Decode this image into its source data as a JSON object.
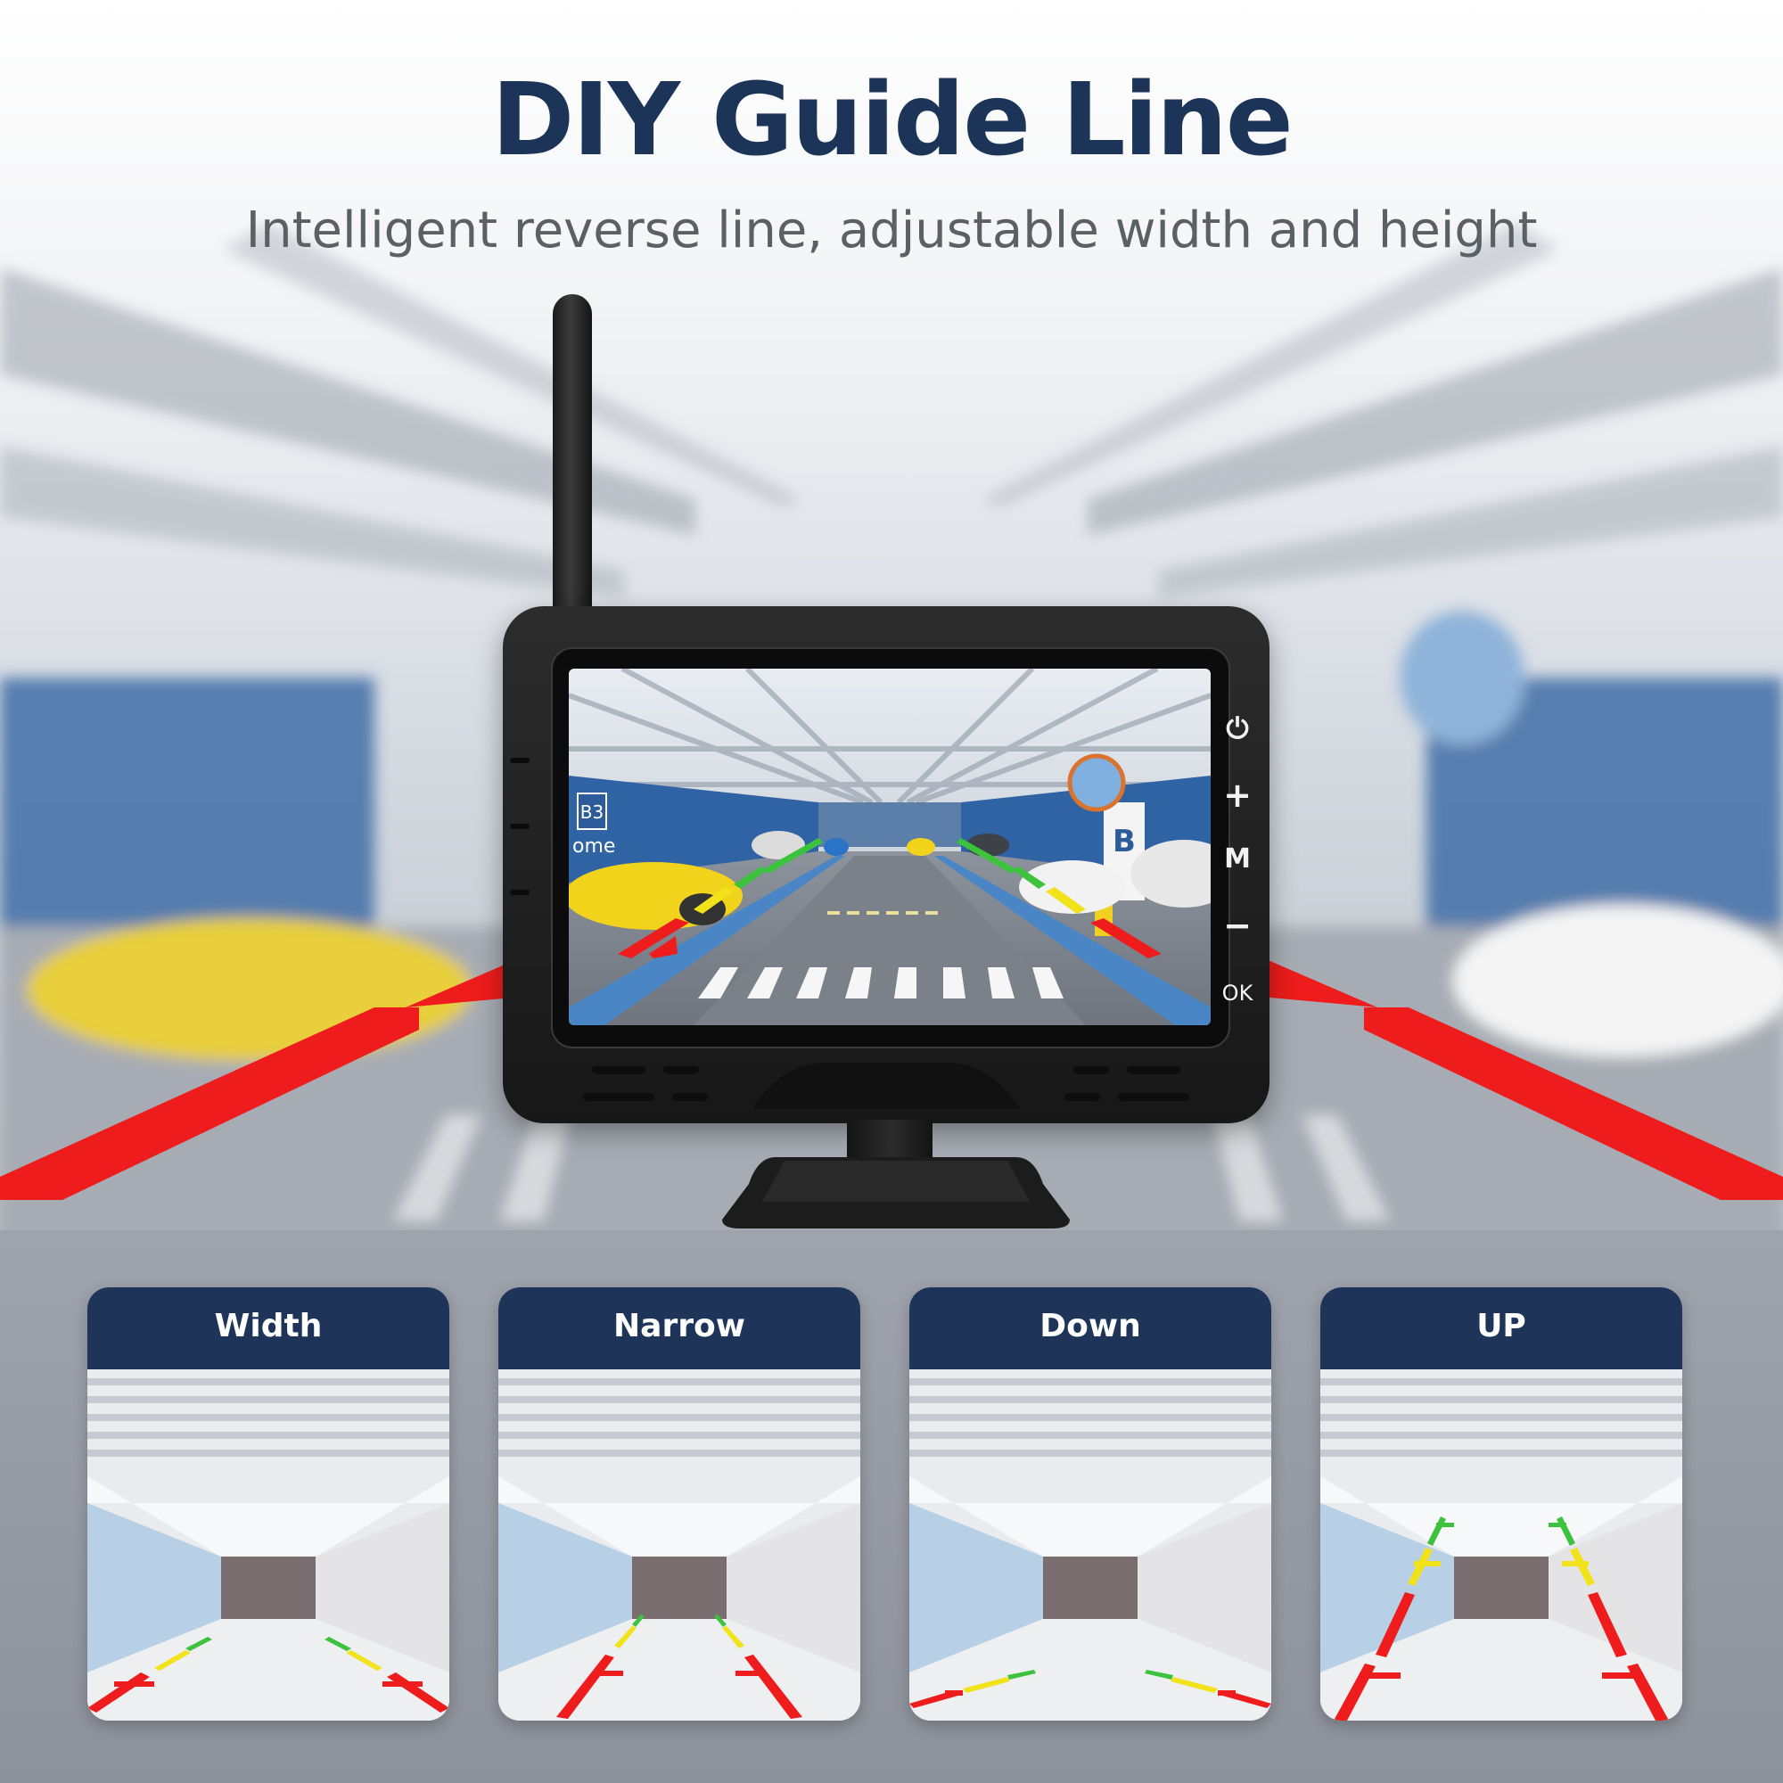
{
  "header": {
    "title": "DIY Guide Line",
    "subtitle": "Intelligent reverse line, adjustable width and height"
  },
  "monitor": {
    "buttons": [
      {
        "icon": "power-icon",
        "glyph": "⏻"
      },
      {
        "icon": "plus-icon",
        "glyph": "+"
      },
      {
        "icon": "menu-icon",
        "glyph": "M"
      },
      {
        "icon": "minus-icon",
        "glyph": "−"
      },
      {
        "icon": "ok-icon",
        "glyph": "OK"
      }
    ],
    "screen_signs": {
      "level": "B3",
      "letter": "B",
      "wall_text": "ome"
    }
  },
  "cards": [
    {
      "label": "Width"
    },
    {
      "label": "Narrow"
    },
    {
      "label": "Down"
    },
    {
      "label": "UP"
    }
  ],
  "colors": {
    "title": "#1c3458",
    "card_header": "#1e3559",
    "guide_red": "#ee1c1c",
    "guide_yellow": "#f2e21a",
    "guide_green": "#3cc23c"
  }
}
